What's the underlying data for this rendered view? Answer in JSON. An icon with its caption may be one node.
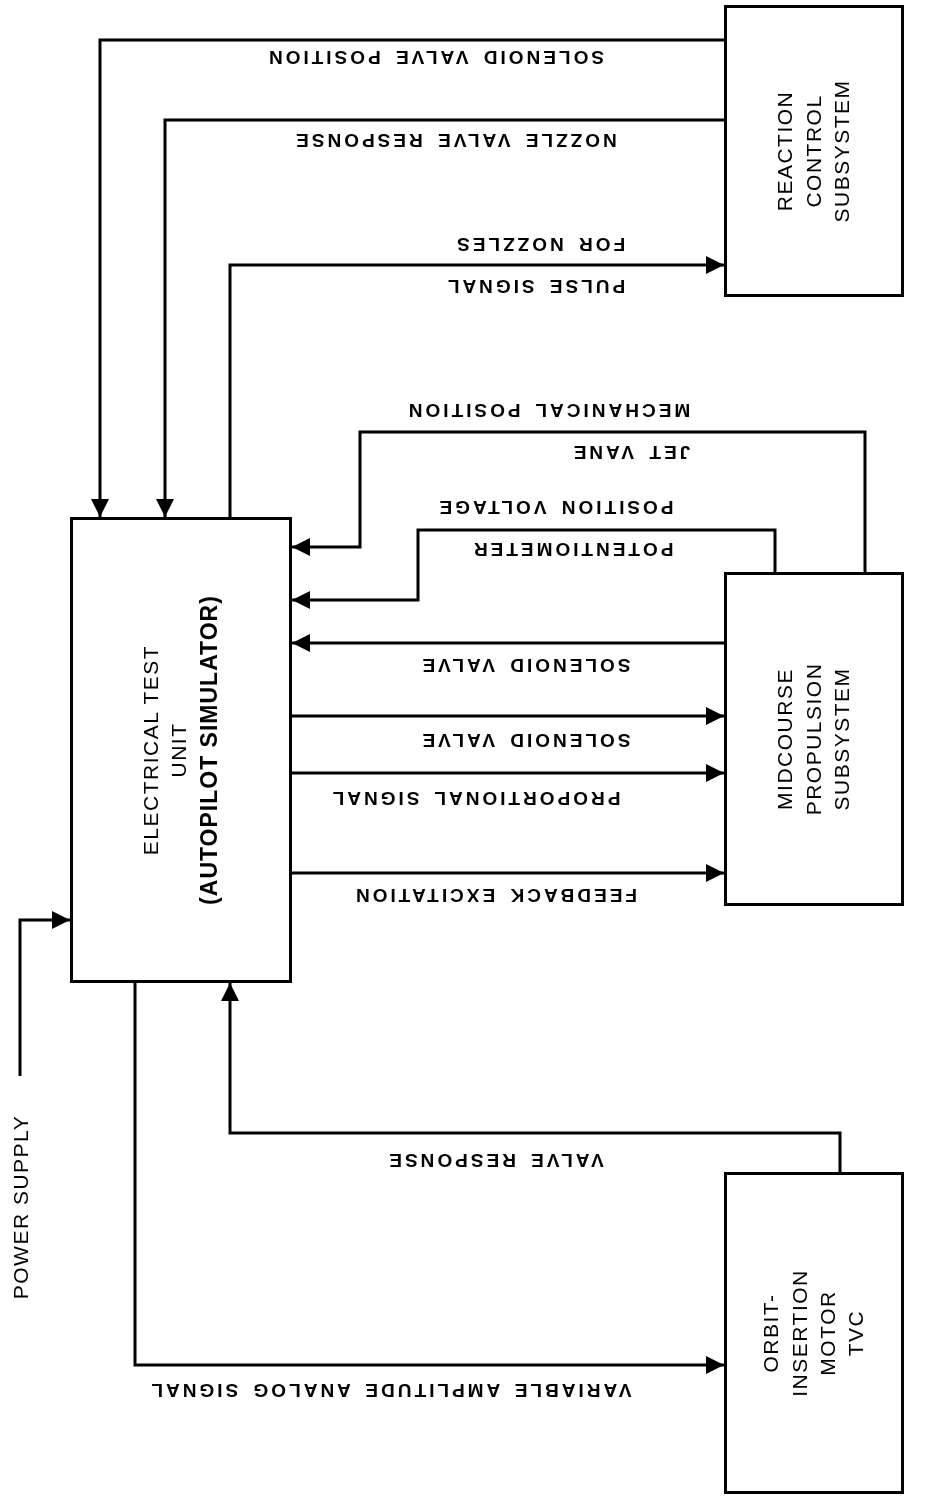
{
  "diagram": {
    "nodes": [
      {
        "text": [
          "REACTION CONTROL SUBSYSTEM"
        ]
      },
      {
        "text": [
          "ELECTRICAL TEST UNIT",
          "(AUTOPILOT SIMULATOR)"
        ]
      },
      {
        "text": [
          "MIDCOURSE PROPULSION SUBSYSTEM"
        ]
      },
      {
        "text": [
          "ORBIT-INSERTION MOTOR TVC"
        ]
      },
      {
        "text": [
          "POWER SUPPLY"
        ]
      }
    ],
    "edges": [
      {
        "from": 0,
        "to": 1,
        "arrow": "to",
        "label": "SOLENOID VALVE POSITION"
      },
      {
        "from": 0,
        "to": 1,
        "arrow": "to",
        "label": "NOZZLE VALVE RESPONSE"
      },
      {
        "from": 1,
        "to": 0,
        "arrow": "to",
        "label": "PULSE SIGNAL FOR NOZZLES"
      },
      {
        "from": 2,
        "to": 1,
        "arrow": "to",
        "label": "JET VANE MECHANICAL POSITION"
      },
      {
        "from": 2,
        "to": 1,
        "arrow": "to",
        "label": "POTENTIOMETER POSITION VOLTAGE"
      },
      {
        "from": 2,
        "to": 1,
        "arrow": "to",
        "label": "SOLENOID VALVE"
      },
      {
        "from": 1,
        "to": 2,
        "arrow": "to",
        "label": "SOLENOID VALVE"
      },
      {
        "from": 1,
        "to": 2,
        "arrow": "to",
        "label": "PROPORTIONAL SIGNAL"
      },
      {
        "from": 1,
        "to": 2,
        "arrow": "to",
        "label": "FEEDBACK EXCITATION"
      },
      {
        "from": 3,
        "to": 1,
        "arrow": "to",
        "label": "VALVE RESPONSE"
      },
      {
        "from": 1,
        "to": 3,
        "arrow": "to",
        "label": "VARIABLE AMPLITUDE ANALOG SIGNAL"
      },
      {
        "from": 4,
        "to": 1,
        "arrow": "to"
      }
    ]
  }
}
